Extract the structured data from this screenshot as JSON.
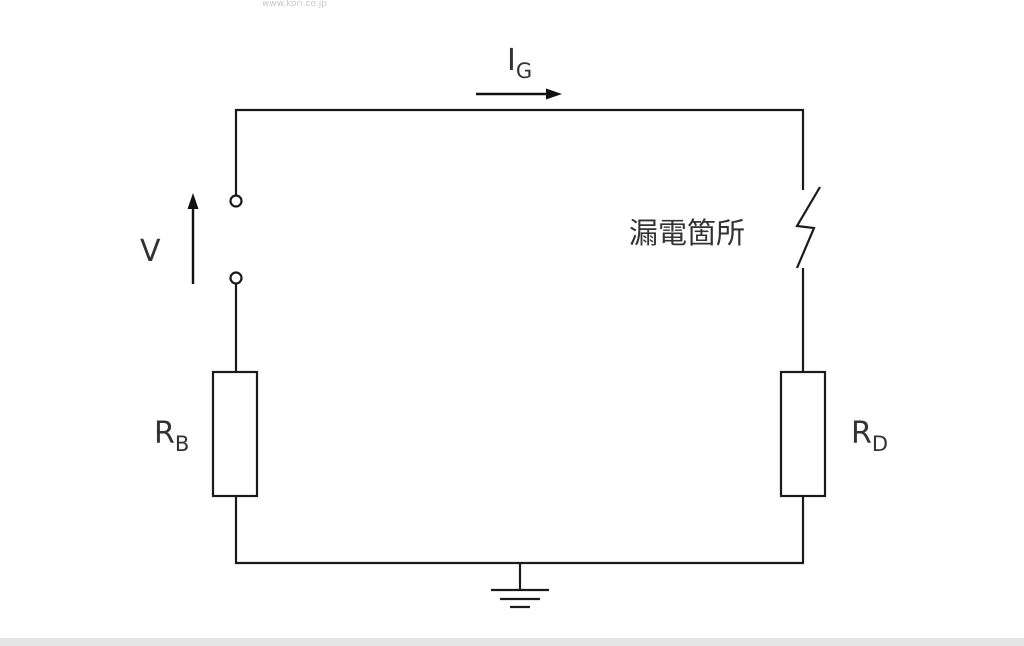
{
  "watermark": "www.kori.co.jp",
  "labels": {
    "current": {
      "main": "I",
      "sub": "G"
    },
    "voltage": "V",
    "resistor_left": {
      "main": "R",
      "sub": "B"
    },
    "resistor_right": {
      "main": "R",
      "sub": "D"
    },
    "leak_point": "漏電箇所"
  },
  "icons": {
    "ground": "ground-symbol-icon",
    "leak": "lightning-zigzag-icon",
    "terminal": "open-terminal-icon"
  },
  "colors": {
    "line": "#1a1a1a",
    "text": "#333333",
    "background": "#ffffff"
  }
}
